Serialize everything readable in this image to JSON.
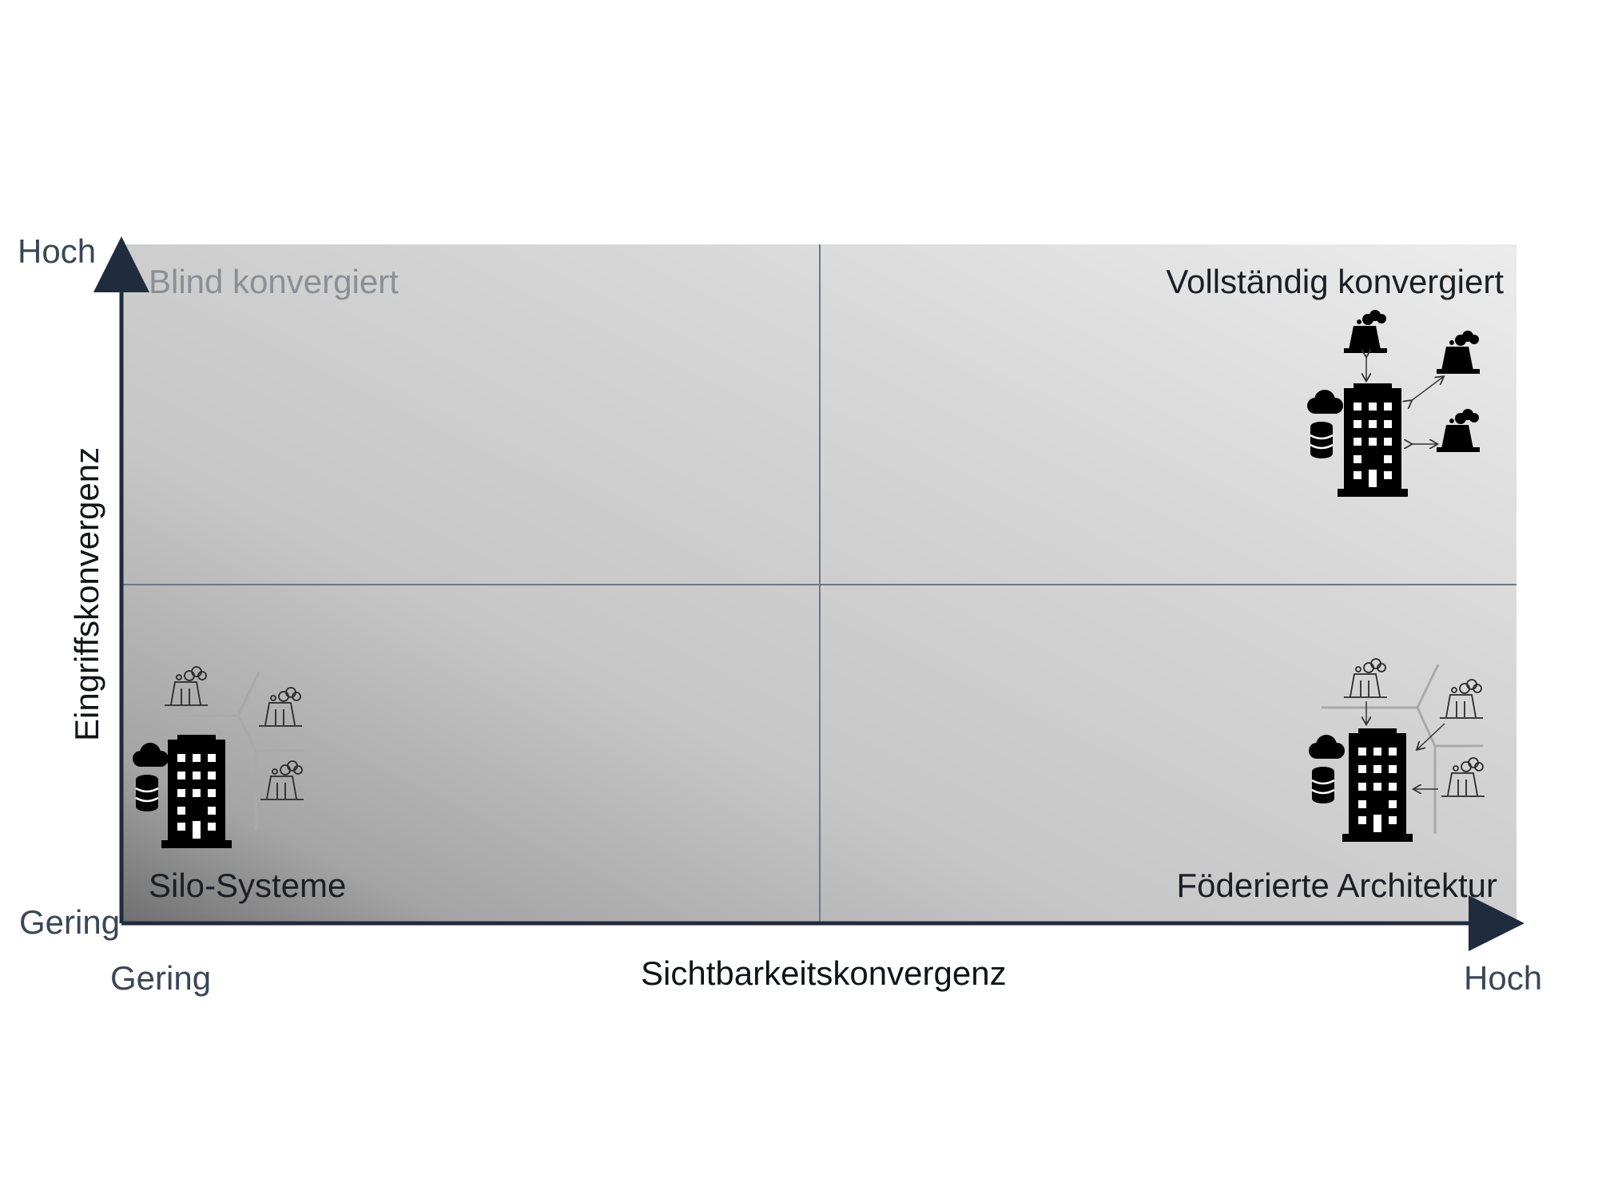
{
  "axes": {
    "y_title": "Eingriffskonvergenz",
    "y_high": "Hoch",
    "y_low": "Gering",
    "x_title": "Sichtbarkeitskonvergenz",
    "x_low": "Gering",
    "x_high": "Hoch"
  },
  "quadrants": {
    "top_left": "Blind konvergiert",
    "top_right": "Vollständig konvergiert",
    "bottom_left": "Silo-Systeme",
    "bottom_right": "Föderierte Architektur"
  },
  "colors": {
    "axis": "#1f2c3d",
    "divider": "#6d7886",
    "text_dark": "#1b1f24",
    "text_muted": "#8a8f96",
    "icon": "#000000"
  },
  "icons": {
    "building": "office-building-icon",
    "plant": "industrial-plant-icon",
    "cloud": "cloud-icon",
    "database": "database-icon"
  }
}
